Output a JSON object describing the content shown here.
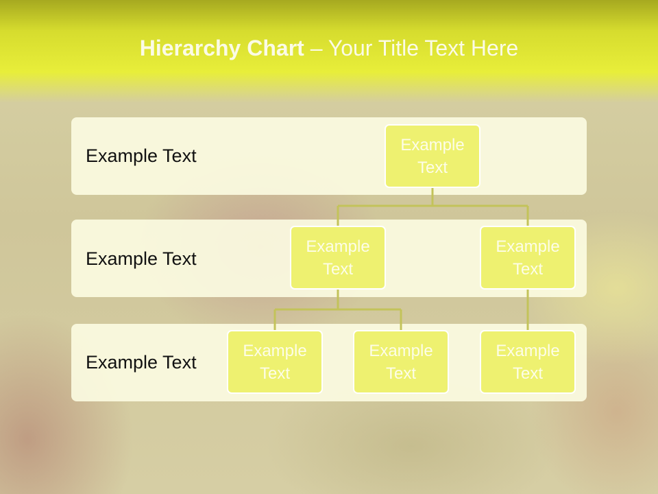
{
  "slide": {
    "title_bold": "Hierarchy Chart",
    "title_rest": " – Your Title Text Here"
  },
  "levels": [
    {
      "label": "Example Text"
    },
    {
      "label": "Example Text"
    },
    {
      "label": "Example Text"
    }
  ],
  "nodes": [
    {
      "text": "Example Text"
    },
    {
      "text": "Example Text"
    },
    {
      "text": "Example Text"
    },
    {
      "text": "Example Text"
    },
    {
      "text": "Example Text"
    },
    {
      "text": "Example Text"
    }
  ],
  "colors": {
    "title_bar": "#e8ee3a",
    "node_fill": "#eef170",
    "node_text": "#fdfde8",
    "band_fill": "#fcfce2",
    "connector": "#c3c35a"
  }
}
